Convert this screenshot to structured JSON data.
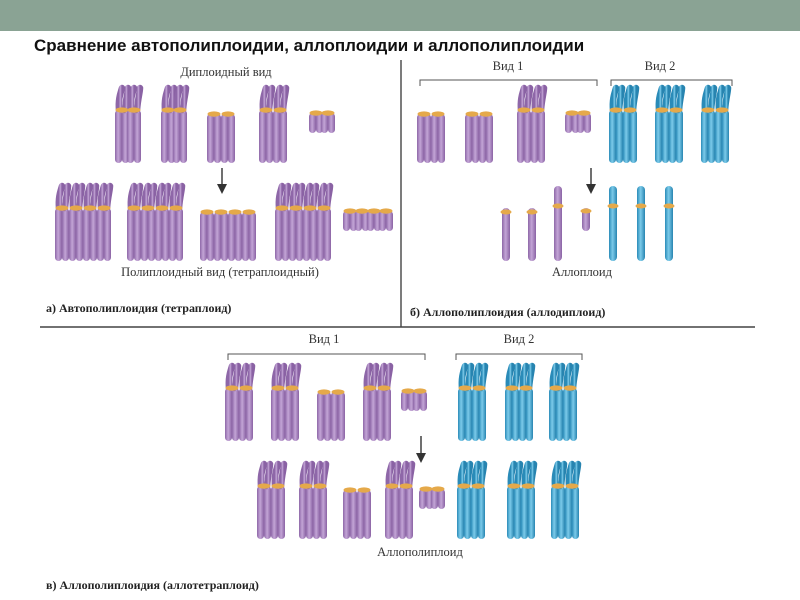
{
  "title": "Сравнение автополиплоидии, аллоплоидии и аллополиплоидии",
  "colors": {
    "header": "#8aa394",
    "purple": "#a884bf",
    "blue": "#3fa6d2",
    "centromere": "#e5a94a",
    "divider": "#444444"
  },
  "panel_a": {
    "diploid_label": "Диплоидный вид",
    "polyploid_label": "Полиплоидный вид (тетраплоидный)",
    "caption": "а) Автополиплоидия (тетраплоид)"
  },
  "panel_b": {
    "species1_label": "Вид 1",
    "species2_label": "Вид 2",
    "result_label": "Аллоплоид",
    "caption": "б) Аллополиплоидия (аллодиплоид)"
  },
  "panel_c": {
    "species1_label": "Вид 1",
    "species2_label": "Вид 2",
    "result_label": "Аллополиплоид",
    "caption": "в) Аллополиплоидия (аллотетраплоид)"
  }
}
